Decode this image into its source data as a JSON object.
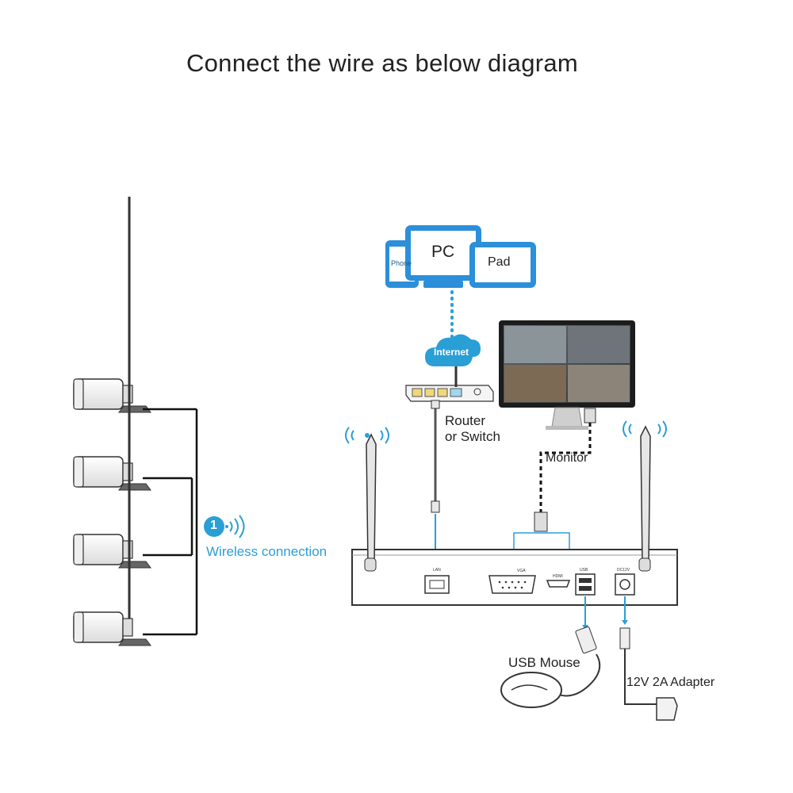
{
  "title": "Connect the wire as below diagram",
  "devices": {
    "phone": "Phone",
    "pc": "PC",
    "pad": "Pad"
  },
  "internet": "Internet",
  "router": {
    "line1": "Router",
    "line2": "or Switch"
  },
  "monitor": "Monitor",
  "wireless": {
    "badge": "1",
    "label": "Wireless connection"
  },
  "nvr_ports": {
    "lan": "LAN",
    "vga": "VGA",
    "hdmi": "HDMI",
    "usb": "USB",
    "power": "DC12V"
  },
  "usb_mouse": "USB Mouse",
  "adapter": "12V 2A Adapter",
  "colors": {
    "accent": "#2a9fd6",
    "device_blue": "#2b8fd9",
    "line": "#111111"
  }
}
